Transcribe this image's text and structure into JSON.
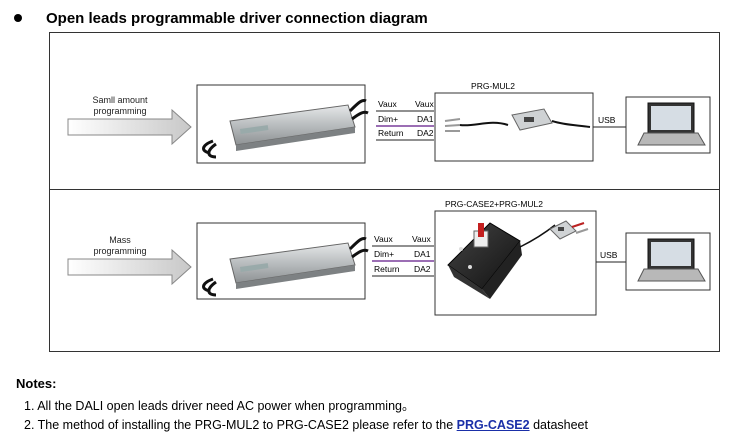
{
  "heading": {
    "title": "Open leads programmable driver connection diagram"
  },
  "diagram": {
    "small": {
      "arrow_label_1": "Samll amount",
      "arrow_label_2": "programming",
      "device_title": "PRG-MUL2",
      "wires_left": [
        "Vaux",
        "Dim+",
        "Return"
      ],
      "wires_right": [
        "Vaux",
        "DA1",
        "DA2"
      ],
      "usb": "USB"
    },
    "mass": {
      "arrow_label_1": "Mass",
      "arrow_label_2": "programming",
      "device_title": "PRG-CASE2+PRG-MUL2",
      "wires_left": [
        "Vaux",
        "Dim+",
        "Return"
      ],
      "wires_right": [
        "Vaux",
        "DA1",
        "DA2"
      ],
      "usb": "USB"
    }
  },
  "notes": {
    "title": "Notes:",
    "note1": "1. All the DALI open leads driver need AC power when programming。",
    "note2_prefix": "2. The method of installing the PRG-MUL2 to PRG-CASE2 please refer to the",
    "note2_link": "PRG-CASE2",
    "note2_suffix": "datasheet"
  },
  "colors": {
    "dim_wire": "#7a3f9c",
    "link": "#1a2fa8"
  }
}
